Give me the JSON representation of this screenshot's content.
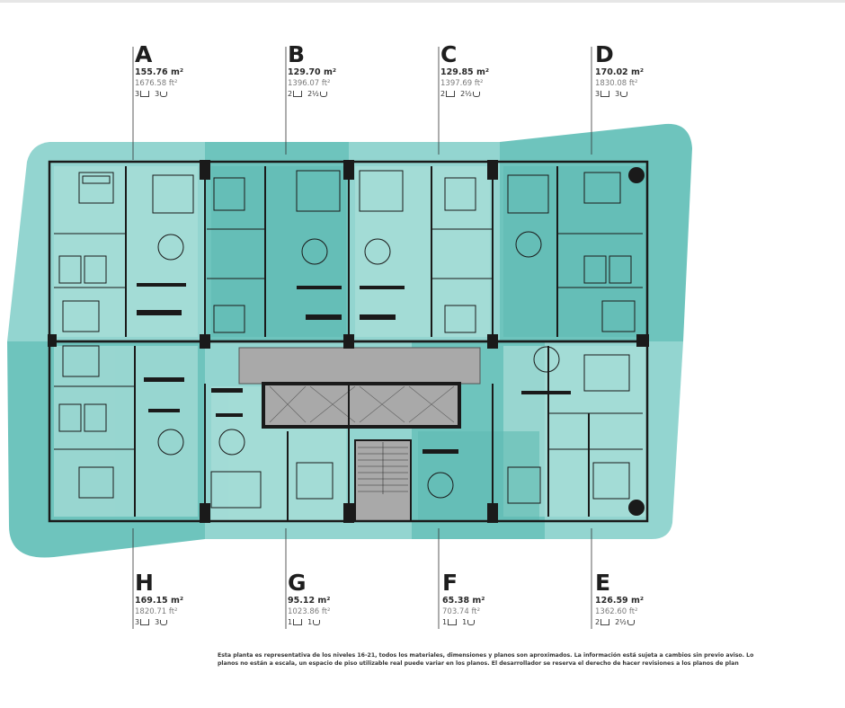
{
  "units": [
    {
      "id": "A",
      "area_m2": "155.76 m²",
      "area_ft2": "1676.58 ft²",
      "bedrooms": "3",
      "bathrooms": "3"
    },
    {
      "id": "B",
      "area_m2": "129.70 m²",
      "area_ft2": "1396.07 ft²",
      "bedrooms": "2",
      "bathrooms": "2½"
    },
    {
      "id": "C",
      "area_m2": "129.85 m²",
      "area_ft2": "1397.69 ft²",
      "bedrooms": "2",
      "bathrooms": "2½"
    },
    {
      "id": "D",
      "area_m2": "170.02 m²",
      "area_ft2": "1830.08 ft²",
      "bedrooms": "3",
      "bathrooms": "3"
    },
    {
      "id": "H",
      "area_m2": "169.15 m²",
      "area_ft2": "1820.71 ft²",
      "bedrooms": "3",
      "bathrooms": "3"
    },
    {
      "id": "G",
      "area_m2": "95.12 m²",
      "area_ft2": "1023.86 ft²",
      "bedrooms": "1",
      "bathrooms": "1"
    },
    {
      "id": "F",
      "area_m2": "65.38 m²",
      "area_ft2": "703.74 ft²",
      "bedrooms": "1",
      "bathrooms": "1"
    },
    {
      "id": "E",
      "area_m2": "126.59 m²",
      "area_ft2": "1362.60 ft²",
      "bedrooms": "2",
      "bathrooms": "2½"
    }
  ],
  "disclaimer": {
    "line1": "Esta planta es representativa de los niveles 16-21, todos los materiales, dimensiones y planos son aproximados. La información está sujeta a cambios sin previo aviso. Lo",
    "line2": "planos no están a escala, un espacio de piso utilizable real puede variar en los planos. El desarrollador se reserva el derecho de hacer revisiones a los planos de plan"
  },
  "colors": {
    "light_teal": "#93d5d0",
    "mid_teal": "#6ec4bd",
    "dark_teal": "#4fb0a8",
    "walls": "#1a1a1a",
    "core": "#a9a9a9"
  }
}
